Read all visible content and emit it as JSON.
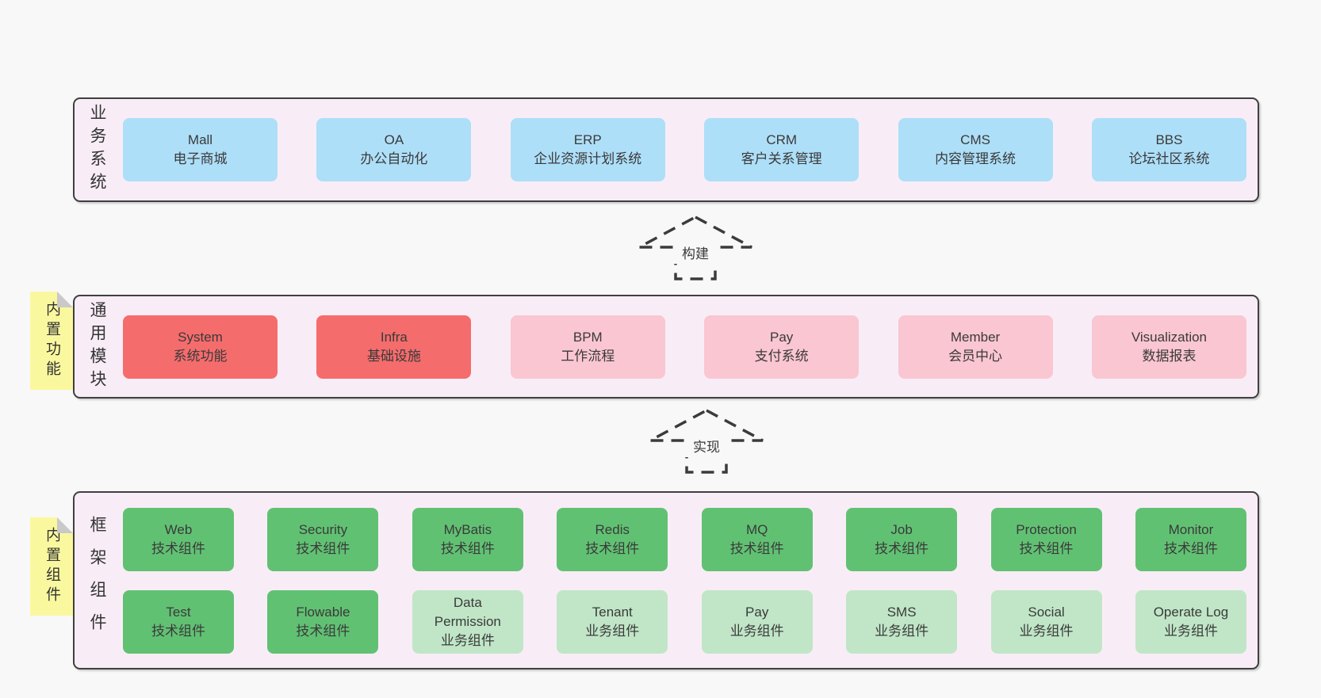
{
  "page": {
    "background": "#f8f8f8",
    "container_fill": "#f8edf6",
    "container_border": "#3f3f3f"
  },
  "colors": {
    "blue": "#aedff8",
    "red": "#f56c6c",
    "pink": "#fac6d1",
    "green": "#61c173",
    "lightgreen": "#c0e6c7",
    "sticky_yellow": "#faf89f",
    "fold_gray": "#c9c9c9"
  },
  "arrows": [
    {
      "label": "构建"
    },
    {
      "label": "实现"
    }
  ],
  "layers": [
    {
      "id": "business",
      "label": "业务系统",
      "boxes": [
        {
          "name": "Mall",
          "desc": "电子商城",
          "type": "blue"
        },
        {
          "name": "OA",
          "desc": "办公自动化",
          "type": "blue"
        },
        {
          "name": "ERP",
          "desc": "企业资源计划系统",
          "type": "blue"
        },
        {
          "name": "CRM",
          "desc": "客户关系管理",
          "type": "blue"
        },
        {
          "name": "CMS",
          "desc": "内容管理系统",
          "type": "blue"
        },
        {
          "name": "BBS",
          "desc": "论坛社区系统",
          "type": "blue"
        }
      ]
    },
    {
      "id": "modules",
      "label": "通用模块",
      "sticky": "内置功能",
      "boxes": [
        {
          "name": "System",
          "desc": "系统功能",
          "type": "red"
        },
        {
          "name": "Infra",
          "desc": "基础设施",
          "type": "red"
        },
        {
          "name": "BPM",
          "desc": "工作流程",
          "type": "pink"
        },
        {
          "name": "Pay",
          "desc": "支付系统",
          "type": "pink"
        },
        {
          "name": "Member",
          "desc": "会员中心",
          "type": "pink"
        },
        {
          "name": "Visualization",
          "desc": "数据报表",
          "type": "pink"
        }
      ]
    },
    {
      "id": "components",
      "label": "框架组件",
      "sticky": "内置组件",
      "rows": [
        [
          {
            "name": "Web",
            "desc": "技术组件",
            "type": "green"
          },
          {
            "name": "Security",
            "desc": "技术组件",
            "type": "green"
          },
          {
            "name": "MyBatis",
            "desc": "技术组件",
            "type": "green"
          },
          {
            "name": "Redis",
            "desc": "技术组件",
            "type": "green"
          },
          {
            "name": "MQ",
            "desc": "技术组件",
            "type": "green"
          },
          {
            "name": "Job",
            "desc": "技术组件",
            "type": "green"
          },
          {
            "name": "Protection",
            "desc": "技术组件",
            "type": "green"
          },
          {
            "name": "Monitor",
            "desc": "技术组件",
            "type": "green"
          }
        ],
        [
          {
            "name": "Test",
            "desc": "技术组件",
            "type": "green"
          },
          {
            "name": "Flowable",
            "desc": "技术组件",
            "type": "green"
          },
          {
            "name": "Data Permission",
            "desc": "业务组件",
            "type": "lightgreen"
          },
          {
            "name": "Tenant",
            "desc": "业务组件",
            "type": "lightgreen"
          },
          {
            "name": "Pay",
            "desc": "业务组件",
            "type": "lightgreen"
          },
          {
            "name": "SMS",
            "desc": "业务组件",
            "type": "lightgreen"
          },
          {
            "name": "Social",
            "desc": "业务组件",
            "type": "lightgreen"
          },
          {
            "name": "Operate Log",
            "desc": "业务组件",
            "type": "lightgreen"
          }
        ]
      ]
    }
  ]
}
